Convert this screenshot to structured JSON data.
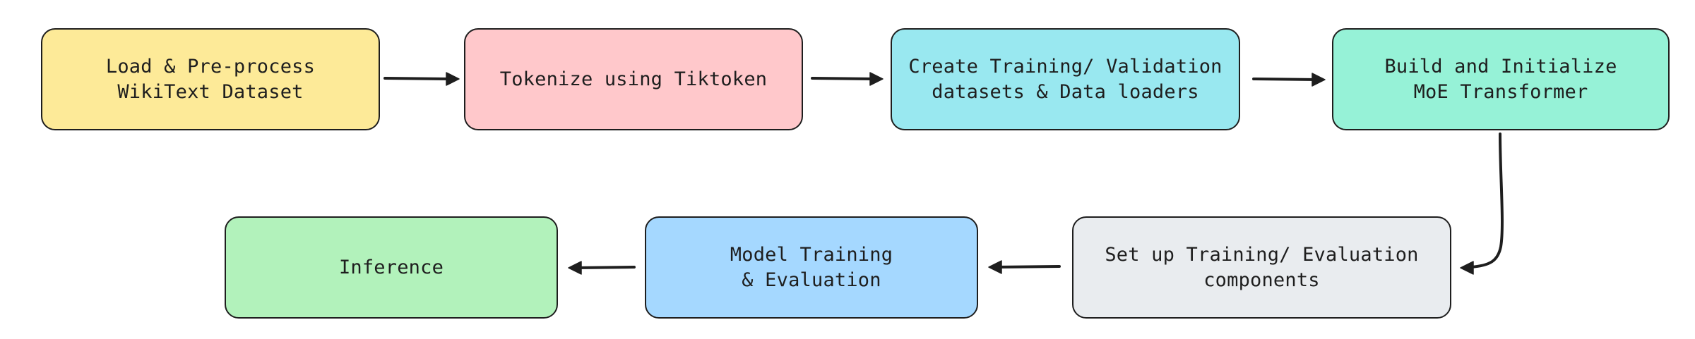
{
  "diagram": {
    "nodes": [
      {
        "id": "n1",
        "label": "Load & Pre-process\nWikiText Dataset",
        "color": "#fdea98"
      },
      {
        "id": "n2",
        "label": "Tokenize using Tiktoken",
        "color": "#ffc8cb"
      },
      {
        "id": "n3",
        "label": "Create Training/ Validation\ndatasets & Data loaders",
        "color": "#99e8f0"
      },
      {
        "id": "n4",
        "label": "Build and Initialize\nMoE Transformer",
        "color": "#96f2d7"
      },
      {
        "id": "n5",
        "label": "Set up Training/ Evaluation\ncomponents",
        "color": "#e9ecef"
      },
      {
        "id": "n6",
        "label": "Model Training\n& Evaluation",
        "color": "#a5d8ff"
      },
      {
        "id": "n7",
        "label": "Inference",
        "color": "#b2f2bb"
      }
    ],
    "edges": [
      {
        "from": "n1",
        "to": "n2"
      },
      {
        "from": "n2",
        "to": "n3"
      },
      {
        "from": "n3",
        "to": "n4"
      },
      {
        "from": "n4",
        "to": "n5"
      },
      {
        "from": "n5",
        "to": "n6"
      },
      {
        "from": "n6",
        "to": "n7"
      }
    ],
    "stroke_color": "#1e1e1e"
  }
}
